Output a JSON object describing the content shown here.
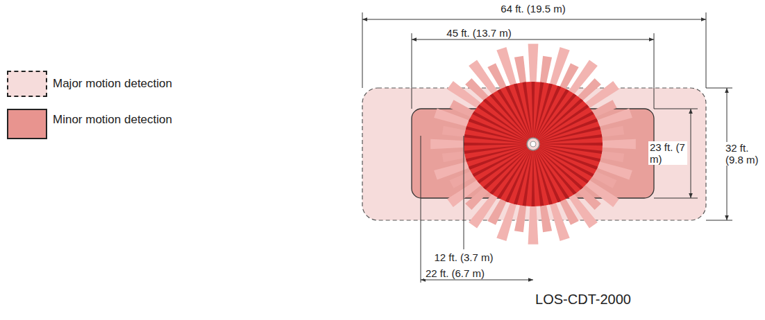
{
  "diagram": {
    "labels": [
      "64 ft. (19.5 m)",
      "45 ft. (13.7 m)",
      "23 ft. (7 m)",
      "32 ft. (9.8 m)",
      "12 ft. (3.7 m)",
      "22 ft. (6.7 m)",
      "LOS-CDT-2000"
    ],
    "legend": [
      {
        "text": "Major motion detection",
        "color": "#f6dcdb"
      },
      {
        "text": "Minor motion detection",
        "color": "#e8948f"
      }
    ]
  }
}
